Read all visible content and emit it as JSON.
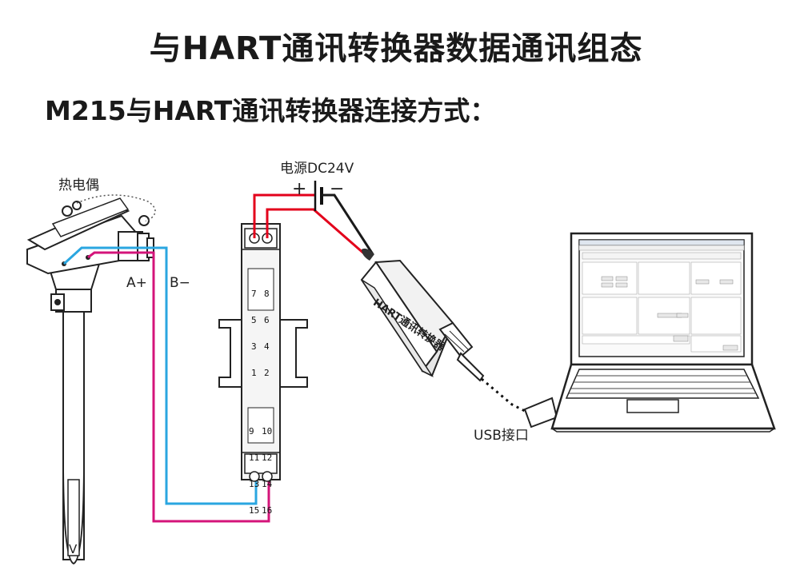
{
  "title": "与HART通讯转换器数据通讯组态",
  "subtitle": "M215与HART通讯转换器连接方式：",
  "labels": {
    "thermocouple": "热电偶",
    "power": "电源DC24V",
    "plus": "+",
    "minus": "−",
    "a_plus": "A+",
    "b_minus": "B−",
    "usb": "USB接口",
    "converter": "HART通讯转换器",
    "tc_type": "V"
  },
  "module_terminals": {
    "top_left": [
      "7",
      "5",
      "3",
      "1"
    ],
    "top_right": [
      "8",
      "6",
      "4",
      "2"
    ],
    "bottom_left": [
      "9",
      "11",
      "13",
      "15"
    ],
    "bottom_right": [
      "10",
      "12",
      "14",
      "16"
    ]
  },
  "colors": {
    "red_wire": "#e3001b",
    "blue_wire": "#2aa6e0",
    "magenta_wire": "#d4147a",
    "black_wire": "#1a1a1a",
    "module_fill": "#f5f5f5"
  }
}
